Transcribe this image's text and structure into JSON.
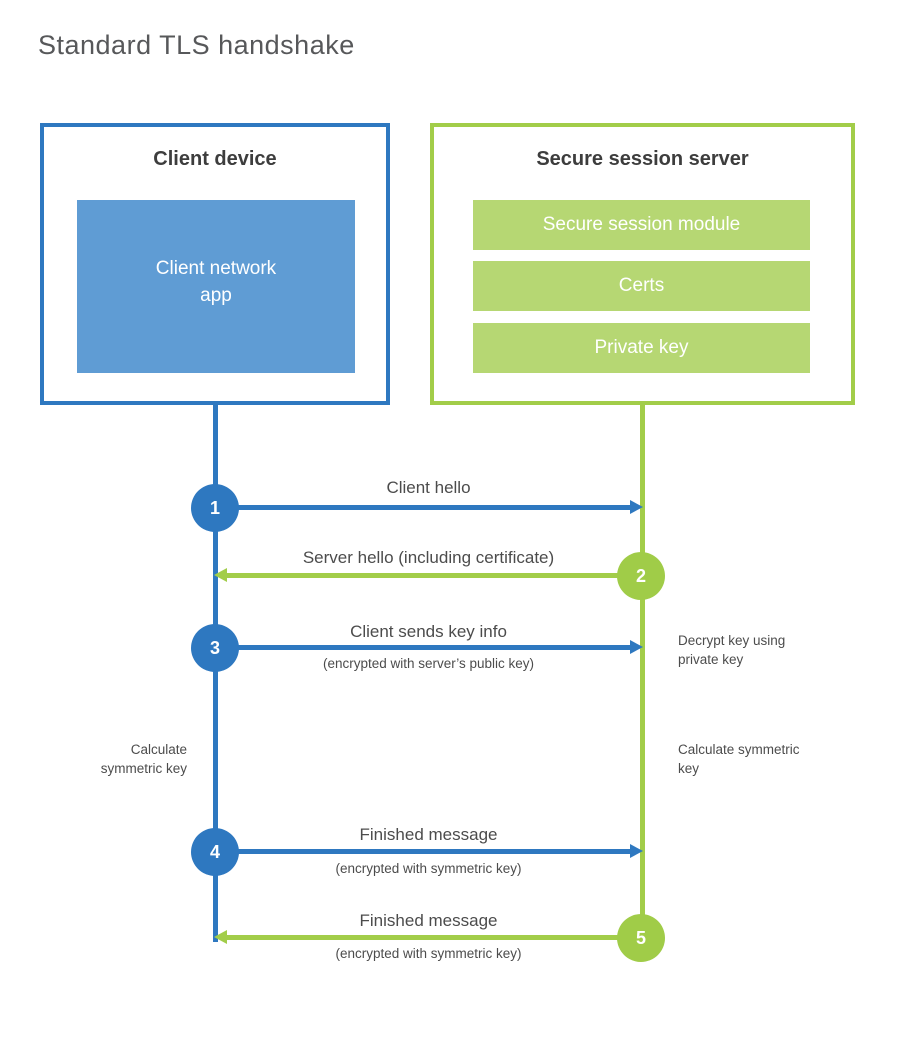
{
  "title": "Standard TLS handshake",
  "colors": {
    "blue_strong": "#2e78c0",
    "blue_fill": "#5f9cd4",
    "green_strong": "#a2cd49",
    "green_fill": "#b6d773",
    "title_gray": "#57585a",
    "heading_dark": "#3d3d3d",
    "label_gray": "#4c4c4c"
  },
  "client": {
    "title": "Client device",
    "app_lines": [
      "Client network",
      "app"
    ]
  },
  "server": {
    "title": "Secure session server",
    "modules": [
      "Secure session module",
      "Certs",
      "Private key"
    ]
  },
  "steps": [
    {
      "number": "1",
      "color": "blue",
      "direction": "right",
      "label": "Client hello",
      "sublabel": ""
    },
    {
      "number": "2",
      "color": "green",
      "direction": "left",
      "label": "Server hello (including certificate)",
      "sublabel": ""
    },
    {
      "number": "3",
      "color": "blue",
      "direction": "right",
      "label": "Client sends key info",
      "sublabel": "(encrypted with server’s public key)"
    },
    {
      "number": "4",
      "color": "blue",
      "direction": "right",
      "label": "Finished message",
      "sublabel": "(encrypted with symmetric key)"
    },
    {
      "number": "5",
      "color": "green",
      "direction": "left",
      "label": "Finished message",
      "sublabel": "(encrypted with symmetric key)"
    }
  ],
  "annotations": {
    "decrypt_key": "Decrypt key using private key",
    "calculate_left": "Calculate symmetric key",
    "calculate_right": "Calculate symmetric key"
  }
}
